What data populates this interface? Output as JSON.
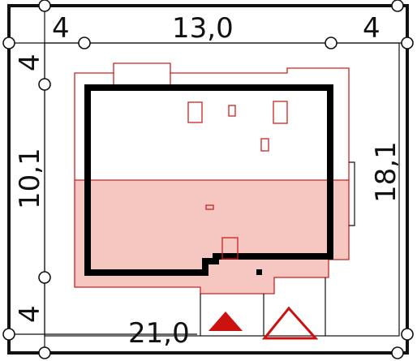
{
  "dimensions": {
    "top_left_margin": "4",
    "top_width": "13,0",
    "top_right_margin": "4",
    "left_top_margin": "4",
    "left_depth": "10,1",
    "left_bottom_margin": "4",
    "right_depth": "18,1",
    "bottom_width": "21,0"
  },
  "symbols": {
    "filled_triangle": "entrance-filled-triangle-icon",
    "outline_triangle": "entrance-outline-triangle-icon"
  },
  "colors": {
    "outline": "#111111",
    "building_wall": "#000000",
    "site_line": "#cc2222",
    "pink_fill": "#f6c6c0"
  }
}
